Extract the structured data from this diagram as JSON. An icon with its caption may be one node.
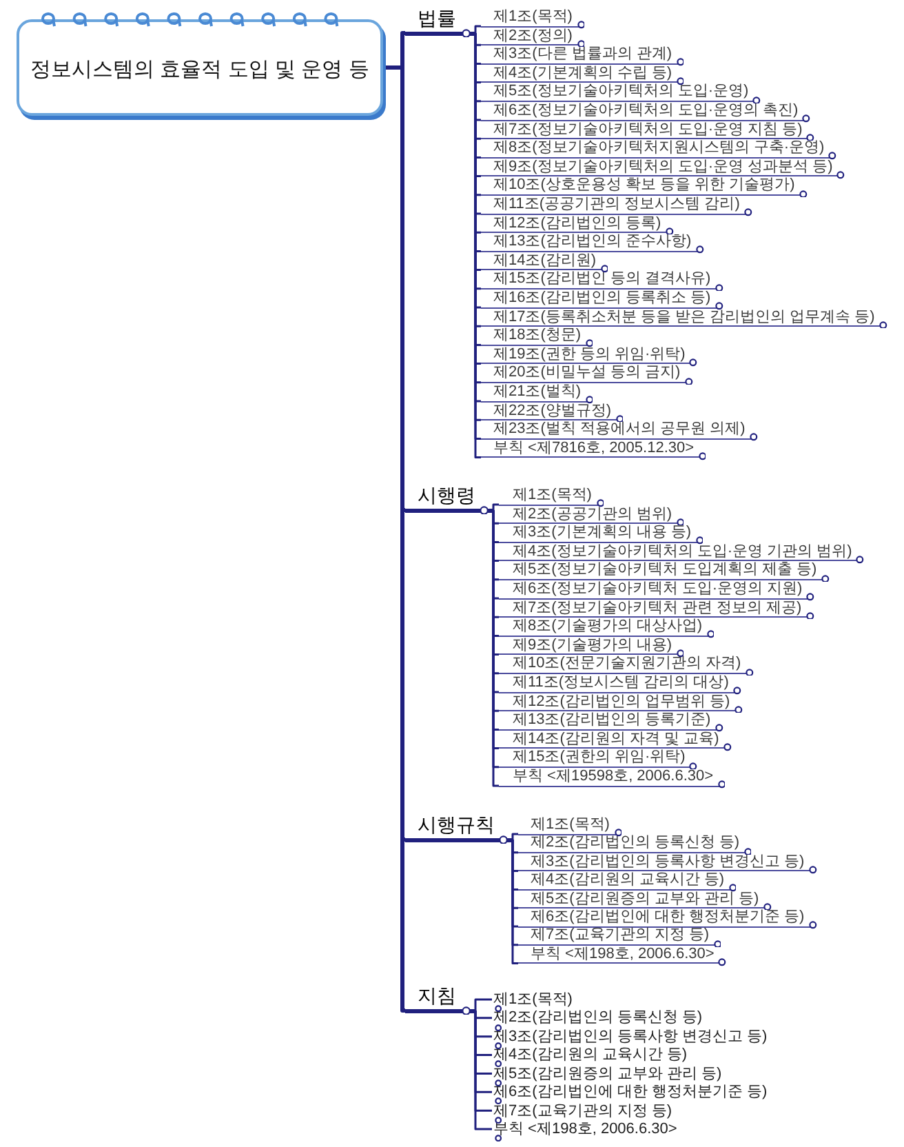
{
  "diagram": {
    "nodes": [
      {
        "text": [
          "정보시스템의 효율적 도입 및 운영 등"
        ]
      },
      {
        "text": [
          "법률"
        ]
      },
      {
        "text": [
          "제1조(목적)"
        ]
      },
      {
        "text": [
          "제2조(정의)"
        ]
      },
      {
        "text": [
          "제3조(다른 법률과의 관계)"
        ]
      },
      {
        "text": [
          "제4조(기본계획의 수립 등)"
        ]
      },
      {
        "text": [
          "제5조(정보기술아키텍처의 도입·운영)"
        ]
      },
      {
        "text": [
          "제6조(정보기술아키텍처의 도입·운영의 촉진)"
        ]
      },
      {
        "text": [
          "제7조(정보기술아키텍처의 도입·운영 지침 등)"
        ]
      },
      {
        "text": [
          "제8조(정보기술아키텍처지원시스템의 구축·운영)"
        ]
      },
      {
        "text": [
          "제9조(정보기술아키텍처의 도입·운영 성과분석 등)"
        ]
      },
      {
        "text": [
          "제10조(상호운용성 확보 등을 위한 기술평가)"
        ]
      },
      {
        "text": [
          "제11조(공공기관의 정보시스템 감리)"
        ]
      },
      {
        "text": [
          "제12조(감리법인의 등록)"
        ]
      },
      {
        "text": [
          "제13조(감리법인의 준수사항)"
        ]
      },
      {
        "text": [
          "제14조(감리원)"
        ]
      },
      {
        "text": [
          "제15조(감리법인 등의 결격사유)"
        ]
      },
      {
        "text": [
          "제16조(감리법인의 등록취소 등)"
        ]
      },
      {
        "text": [
          "제17조(등록취소처분 등을 받은 감리법인의 업무계속 등)"
        ]
      },
      {
        "text": [
          "제18조(청문)"
        ]
      },
      {
        "text": [
          "제19조(권한 등의 위임·위탁)"
        ]
      },
      {
        "text": [
          "제20조(비밀누설 등의 금지)"
        ]
      },
      {
        "text": [
          "제21조(벌칙)"
        ]
      },
      {
        "text": [
          "제22조(양벌규정)"
        ]
      },
      {
        "text": [
          "제23조(벌칙 적용에서의 공무원 의제)"
        ]
      },
      {
        "text": [
          "부칙 <제7816호, 2005.12.30>"
        ]
      },
      {
        "text": [
          "시행령"
        ]
      },
      {
        "text": [
          "제1조(목적)"
        ]
      },
      {
        "text": [
          "제2조(공공기관의 범위)"
        ]
      },
      {
        "text": [
          "제3조(기본계획의 내용 등)"
        ]
      },
      {
        "text": [
          "제4조(정보기술아키텍처의 도입·운영 기관의 범위)"
        ]
      },
      {
        "text": [
          "제5조(정보기술아키텍처 도입계획의 제출 등)"
        ]
      },
      {
        "text": [
          "제6조(정보기술아키텍처 도입·운영의 지원)"
        ]
      },
      {
        "text": [
          "제7조(정보기술아키텍처 관련 정보의 제공)"
        ]
      },
      {
        "text": [
          "제8조(기술평가의 대상사업)"
        ]
      },
      {
        "text": [
          "제9조(기술평가의 내용)"
        ]
      },
      {
        "text": [
          "제10조(전문기술지원기관의 자격)"
        ]
      },
      {
        "text": [
          "제11조(정보시스템 감리의 대상)"
        ]
      },
      {
        "text": [
          "제12조(감리법인의 업무범위 등)"
        ]
      },
      {
        "text": [
          "제13조(감리법인의 등록기준)"
        ]
      },
      {
        "text": [
          "제14조(감리원의 자격 및 교육)"
        ]
      },
      {
        "text": [
          "제15조(권한의 위임·위탁)"
        ]
      },
      {
        "text": [
          "부칙 <제19598호, 2006.6.30>"
        ]
      },
      {
        "text": [
          "시행규칙"
        ]
      },
      {
        "text": [
          "제1조(목적)"
        ]
      },
      {
        "text": [
          "제2조(감리법인의 등록신청 등)"
        ]
      },
      {
        "text": [
          "제3조(감리법인의 등록사항 변경신고 등)"
        ]
      },
      {
        "text": [
          "제4조(감리원의 교육시간 등)"
        ]
      },
      {
        "text": [
          "제5조(감리원증의 교부와 관리 등)"
        ]
      },
      {
        "text": [
          "제6조(감리법인에 대한 행정처분기준 등)"
        ]
      },
      {
        "text": [
          "제7조(교육기관의 지정 등)"
        ]
      },
      {
        "text": [
          "부칙 <제198호, 2006.6.30>"
        ]
      },
      {
        "text": [
          "지침"
        ]
      },
      {
        "text": [
          "제1조(목적)"
        ]
      },
      {
        "text": [
          "제2조(감리법인의 등록신청 등)"
        ]
      },
      {
        "text": [
          "제3조(감리법인의 등록사항 변경신고 등)"
        ]
      },
      {
        "text": [
          "제4조(감리원의 교육시간 등)"
        ]
      },
      {
        "text": [
          "제5조(감리원증의 교부와 관리 등)"
        ]
      },
      {
        "text": [
          "제6조(감리법인에 대한 행정처분기준 등)"
        ]
      },
      {
        "text": [
          "제7조(교육기관의 지정 등)"
        ]
      },
      {
        "text": [
          "부칙 <제198호, 2006.6.30>"
        ]
      }
    ],
    "edges": [
      {
        "from": 0,
        "to": 1,
        "arrow": "none",
        "style": "thick"
      },
      {
        "from": 1,
        "to": 2,
        "arrow": "none"
      },
      {
        "from": 1,
        "to": 3,
        "arrow": "none"
      },
      {
        "from": 1,
        "to": 4,
        "arrow": "none"
      },
      {
        "from": 1,
        "to": 5,
        "arrow": "none"
      },
      {
        "from": 1,
        "to": 6,
        "arrow": "none"
      },
      {
        "from": 1,
        "to": 7,
        "arrow": "none"
      },
      {
        "from": 1,
        "to": 8,
        "arrow": "none"
      },
      {
        "from": 1,
        "to": 9,
        "arrow": "none"
      },
      {
        "from": 1,
        "to": 10,
        "arrow": "none"
      },
      {
        "from": 1,
        "to": 11,
        "arrow": "none"
      },
      {
        "from": 1,
        "to": 12,
        "arrow": "none"
      },
      {
        "from": 1,
        "to": 13,
        "arrow": "none"
      },
      {
        "from": 1,
        "to": 14,
        "arrow": "none"
      },
      {
        "from": 1,
        "to": 15,
        "arrow": "none"
      },
      {
        "from": 1,
        "to": 16,
        "arrow": "none"
      },
      {
        "from": 1,
        "to": 17,
        "arrow": "none"
      },
      {
        "from": 1,
        "to": 18,
        "arrow": "none"
      },
      {
        "from": 1,
        "to": 19,
        "arrow": "none"
      },
      {
        "from": 1,
        "to": 20,
        "arrow": "none"
      },
      {
        "from": 1,
        "to": 21,
        "arrow": "none"
      },
      {
        "from": 1,
        "to": 22,
        "arrow": "none"
      },
      {
        "from": 1,
        "to": 23,
        "arrow": "none"
      },
      {
        "from": 1,
        "to": 24,
        "arrow": "none"
      },
      {
        "from": 1,
        "to": 25,
        "arrow": "none"
      },
      {
        "from": 0,
        "to": 26,
        "arrow": "none",
        "style": "thick"
      },
      {
        "from": 26,
        "to": 27,
        "arrow": "none"
      },
      {
        "from": 26,
        "to": 28,
        "arrow": "none"
      },
      {
        "from": 26,
        "to": 29,
        "arrow": "none"
      },
      {
        "from": 26,
        "to": 30,
        "arrow": "none"
      },
      {
        "from": 26,
        "to": 31,
        "arrow": "none"
      },
      {
        "from": 26,
        "to": 32,
        "arrow": "none"
      },
      {
        "from": 26,
        "to": 33,
        "arrow": "none"
      },
      {
        "from": 26,
        "to": 34,
        "arrow": "none"
      },
      {
        "from": 26,
        "to": 35,
        "arrow": "none"
      },
      {
        "from": 26,
        "to": 36,
        "arrow": "none"
      },
      {
        "from": 26,
        "to": 37,
        "arrow": "none"
      },
      {
        "from": 26,
        "to": 38,
        "arrow": "none"
      },
      {
        "from": 26,
        "to": 39,
        "arrow": "none"
      },
      {
        "from": 26,
        "to": 40,
        "arrow": "none"
      },
      {
        "from": 26,
        "to": 41,
        "arrow": "none"
      },
      {
        "from": 26,
        "to": 42,
        "arrow": "none"
      },
      {
        "from": 0,
        "to": 43,
        "arrow": "none",
        "style": "thick"
      },
      {
        "from": 43,
        "to": 44,
        "arrow": "none"
      },
      {
        "from": 43,
        "to": 45,
        "arrow": "none"
      },
      {
        "from": 43,
        "to": 46,
        "arrow": "none"
      },
      {
        "from": 43,
        "to": 47,
        "arrow": "none"
      },
      {
        "from": 43,
        "to": 48,
        "arrow": "none"
      },
      {
        "from": 43,
        "to": 49,
        "arrow": "none"
      },
      {
        "from": 43,
        "to": 50,
        "arrow": "none"
      },
      {
        "from": 43,
        "to": 51,
        "arrow": "none"
      },
      {
        "from": 0,
        "to": 52,
        "arrow": "none",
        "style": "thick"
      },
      {
        "from": 52,
        "to": 53,
        "arrow": "none"
      },
      {
        "from": 52,
        "to": 54,
        "arrow": "none"
      },
      {
        "from": 52,
        "to": 55,
        "arrow": "none"
      },
      {
        "from": 52,
        "to": 56,
        "arrow": "none"
      },
      {
        "from": 52,
        "to": 57,
        "arrow": "none"
      },
      {
        "from": 52,
        "to": 58,
        "arrow": "none"
      },
      {
        "from": 52,
        "to": 59,
        "arrow": "none"
      },
      {
        "from": 52,
        "to": 60,
        "arrow": "none"
      }
    ]
  }
}
